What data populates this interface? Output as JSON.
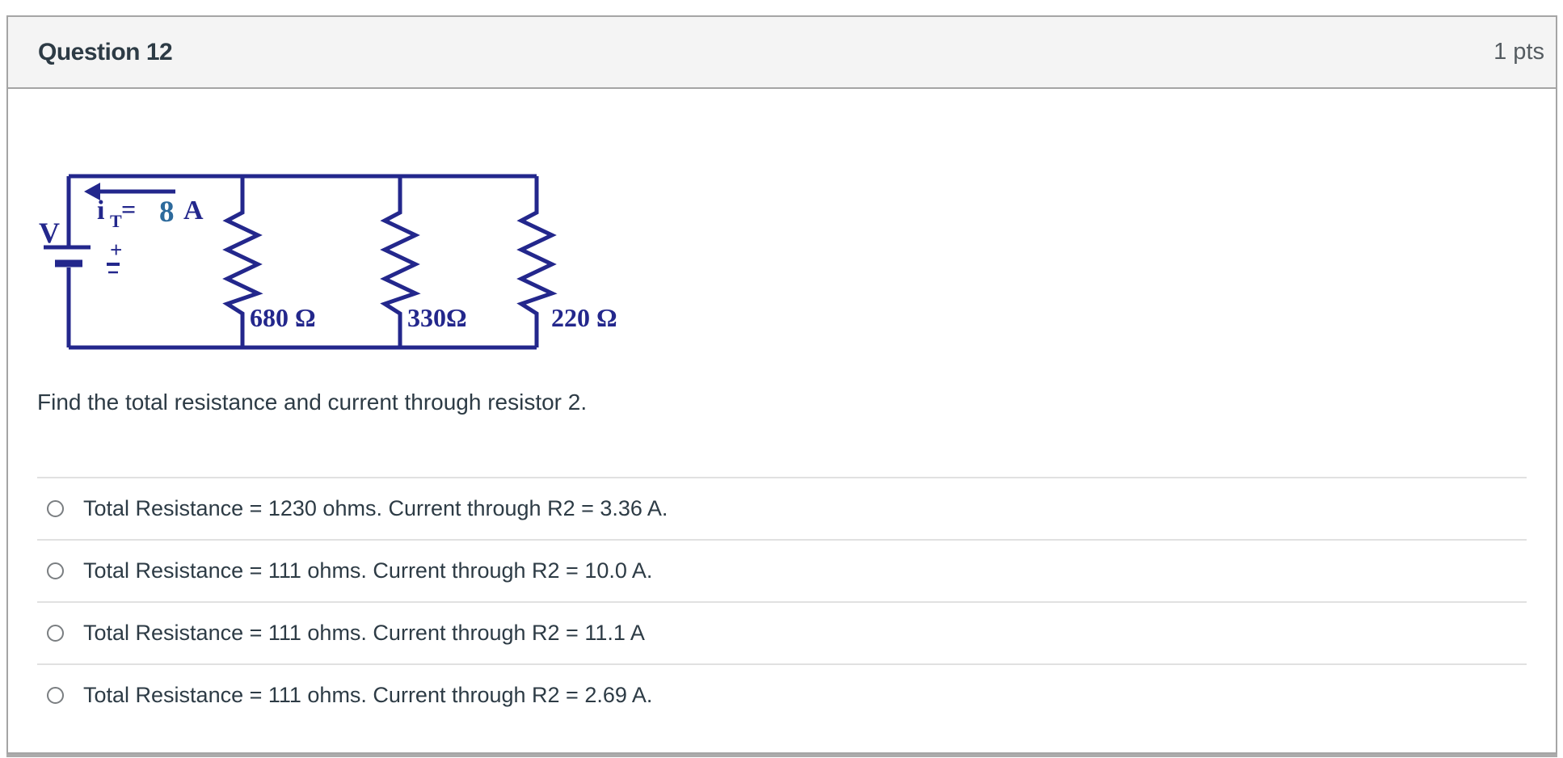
{
  "header": {
    "title": "Question 12",
    "points": "1 pts"
  },
  "question": {
    "text": "Find the total resistance and current through resistor 2."
  },
  "circuit": {
    "source_label": "V",
    "current_symbol": "i",
    "current_subscript": "T",
    "equals_sign": "=",
    "current_value": "8",
    "current_unit": "A",
    "plus_sign": "+",
    "minus_sign": "−",
    "resistors": [
      {
        "label": "680 Ω"
      },
      {
        "label": "330Ω"
      },
      {
        "label": "220 Ω"
      }
    ],
    "colors": {
      "wire": "#23278c",
      "current_value": "#2d6a9c"
    }
  },
  "options": [
    {
      "label": "Total Resistance = 1230 ohms. Current through R2 = 3.36 A."
    },
    {
      "label": "Total Resistance = 111 ohms. Current through R2 = 10.0 A."
    },
    {
      "label": "Total Resistance = 111 ohms. Current through R2 = 11.1 A"
    },
    {
      "label": "Total Resistance = 111 ohms. Current through R2 = 2.69 A."
    }
  ]
}
